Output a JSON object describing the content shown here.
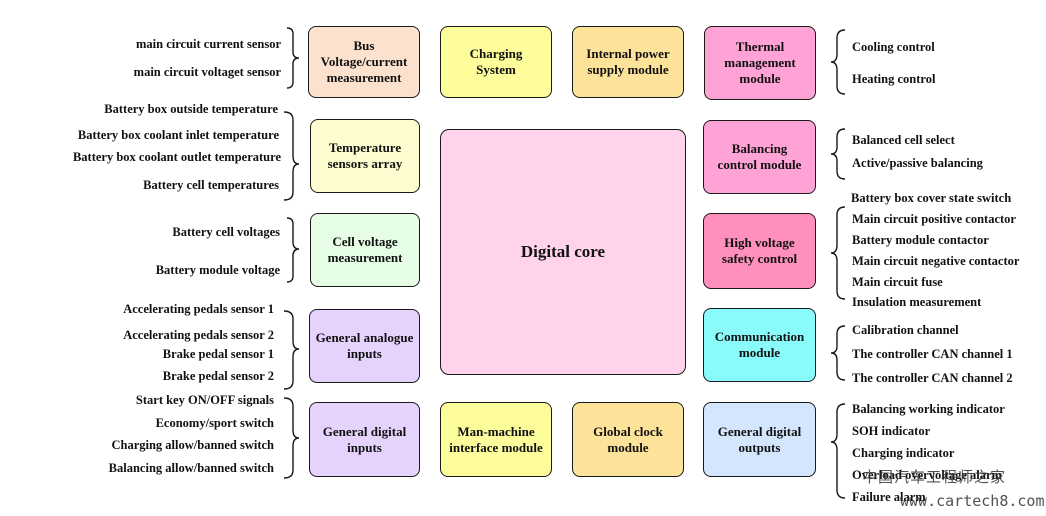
{
  "core": {
    "label": "Digital core",
    "color": "#ffd3ec"
  },
  "modules": {
    "bus_measure": {
      "label": "Bus Voltage/current measurement",
      "color": "#fde1cf"
    },
    "charging": {
      "label": "Charging System",
      "color": "#fdfd9c"
    },
    "internal_power": {
      "label": "Internal power supply module",
      "color": "#fde39a"
    },
    "thermal": {
      "label": "Thermal management module",
      "color": "#ffa3d6"
    },
    "temperature": {
      "label": "Temperature sensors array",
      "color": "#fdfdd0"
    },
    "balancing": {
      "label": "Balancing control module",
      "color": "#ffa3d6"
    },
    "cell_voltage": {
      "label": "Cell voltage measurement",
      "color": "#e6fde6"
    },
    "hv_safety": {
      "label": "High voltage safety control",
      "color": "#ff8fbc"
    },
    "analogue_inputs": {
      "label": "General analogue inputs",
      "color": "#e6d3fd"
    },
    "communication": {
      "label": "Communication module",
      "color": "#89fbfb"
    },
    "digital_inputs": {
      "label": "General digital inputs",
      "color": "#e6d3fd"
    },
    "hmi": {
      "label": "Man-machine interface module",
      "color": "#fdfd9c"
    },
    "clock": {
      "label": "Global clock module",
      "color": "#fde39a"
    },
    "digital_outputs": {
      "label": "General digital outputs",
      "color": "#d3e6fd"
    }
  },
  "inputs": {
    "bus_measure": [
      "main circuit current sensor",
      "main circuit voltaget sensor"
    ],
    "temperature": [
      "Battery box outside temperature",
      "Battery box coolant inlet temperature",
      "Battery box coolant outlet temperature",
      "Battery cell temperatures"
    ],
    "cell_voltage": [
      "Battery cell voltages",
      "Battery module voltage"
    ],
    "analogue_inputs": [
      "Accelerating pedals sensor 1",
      "Accelerating pedals sensor 2",
      "Brake pedal sensor 1",
      "Brake pedal sensor 2"
    ],
    "digital_inputs": [
      "Start key ON/OFF signals",
      "Economy/sport switch",
      "Charging allow/banned switch",
      "Balancing allow/banned switch"
    ]
  },
  "outputs": {
    "thermal": [
      "Cooling control",
      "Heating control"
    ],
    "balancing": [
      "Balanced cell select",
      "Active/passive balancing"
    ],
    "hv_safety": [
      "Battery box cover state switch",
      "Main circuit positive contactor",
      "Battery module contactor",
      "Main circuit negative contactor",
      "Main circuit fuse",
      "Insulation measurement"
    ],
    "communication": [
      "Calibration channel",
      "The controller CAN channel 1",
      "The controller CAN channel 2"
    ],
    "digital_outputs": [
      "Balancing working indicator",
      "SOH indicator",
      "Charging indicator",
      "Overload overvoltage alarm",
      "Failure alarm"
    ]
  },
  "watermark": {
    "line1": "中国汽车工程师之家",
    "line2": "www.cartech8.com"
  }
}
